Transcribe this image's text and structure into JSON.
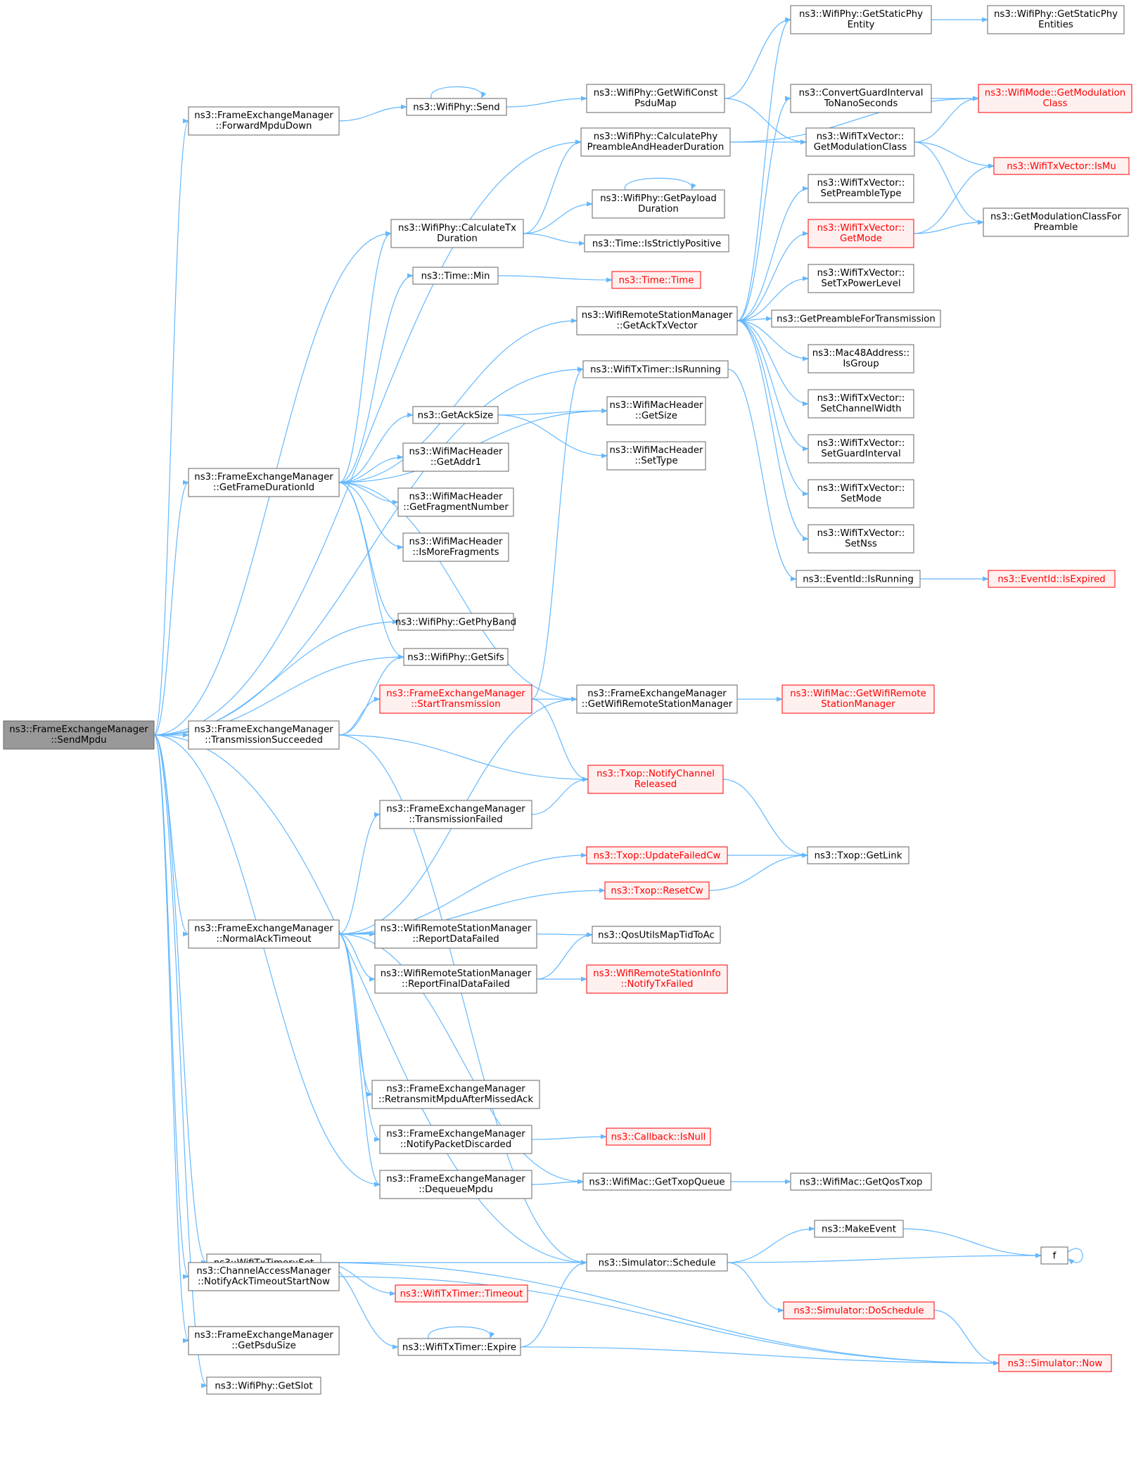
{
  "colors": {
    "edge": "#63b8ff",
    "box_border": "#666666",
    "box_fill": "#ffffff",
    "red_border": "#ff0000",
    "red_fill": "#fff0f0",
    "root_fill": "#999999"
  },
  "nodes": [
    {
      "id": "n0",
      "lines": [
        "ns3::FrameExchangeManager",
        "::SendMpdu"
      ],
      "kind": "root"
    },
    {
      "id": "n1",
      "lines": [
        "ns3::FrameExchangeManager",
        "::ForwardMpduDown"
      ],
      "kind": "normal"
    },
    {
      "id": "n2",
      "lines": [
        "ns3::WifiPhy::Send"
      ],
      "kind": "normal"
    },
    {
      "id": "n3",
      "lines": [
        "ns3::WifiPhy::GetWifiConst",
        "PsduMap"
      ],
      "kind": "normal"
    },
    {
      "id": "n4",
      "lines": [
        "ns3::WifiPhy::GetStaticPhy",
        "Entity"
      ],
      "kind": "normal"
    },
    {
      "id": "n5",
      "lines": [
        "ns3::WifiPhy::GetStaticPhy",
        "Entities"
      ],
      "kind": "normal"
    },
    {
      "id": "n6",
      "lines": [
        "ns3::WifiMode::GetModulation",
        "Class"
      ],
      "kind": "red"
    },
    {
      "id": "n7",
      "lines": [
        "ns3::ConvertGuardInterval",
        "ToNanoSeconds"
      ],
      "kind": "normal"
    },
    {
      "id": "n8",
      "lines": [
        "ns3::WifiPhy::CalculatePhy",
        "PreambleAndHeaderDuration"
      ],
      "kind": "normal"
    },
    {
      "id": "n9",
      "lines": [
        "ns3::WifiTxVector::",
        "GetModulationClass"
      ],
      "kind": "normal"
    },
    {
      "id": "n10",
      "lines": [
        "ns3::WifiTxVector::IsMu"
      ],
      "kind": "red"
    },
    {
      "id": "n11",
      "lines": [
        "ns3::WifiPhy::GetPayload",
        "Duration"
      ],
      "kind": "normal"
    },
    {
      "id": "n12",
      "lines": [
        "ns3::WifiTxVector::",
        "SetPreambleType"
      ],
      "kind": "normal"
    },
    {
      "id": "n13",
      "lines": [
        "ns3::WifiPhy::CalculateTx",
        "Duration"
      ],
      "kind": "normal"
    },
    {
      "id": "n14",
      "lines": [
        "ns3::Time::IsStrictlyPositive"
      ],
      "kind": "normal"
    },
    {
      "id": "n15",
      "lines": [
        "ns3::WifiTxVector::",
        "GetMode"
      ],
      "kind": "red"
    },
    {
      "id": "n16",
      "lines": [
        "ns3::GetModulationClassFor",
        "Preamble"
      ],
      "kind": "normal"
    },
    {
      "id": "n17",
      "lines": [
        "ns3::Time::Min"
      ],
      "kind": "normal"
    },
    {
      "id": "n18",
      "lines": [
        "ns3::Time::Time"
      ],
      "kind": "red"
    },
    {
      "id": "n19",
      "lines": [
        "ns3::WifiTxVector::",
        "SetTxPowerLevel"
      ],
      "kind": "normal"
    },
    {
      "id": "n20",
      "lines": [
        "ns3::WifiRemoteStationManager",
        "::GetAckTxVector"
      ],
      "kind": "normal"
    },
    {
      "id": "n21",
      "lines": [
        "ns3::GetPreambleForTransmission"
      ],
      "kind": "normal"
    },
    {
      "id": "n22",
      "lines": [
        "ns3::Mac48Address::",
        "IsGroup"
      ],
      "kind": "normal"
    },
    {
      "id": "n23",
      "lines": [
        "ns3::WifiTxTimer::IsRunning"
      ],
      "kind": "normal"
    },
    {
      "id": "n24",
      "lines": [
        "ns3::GetAckSize"
      ],
      "kind": "normal"
    },
    {
      "id": "n25",
      "lines": [
        "ns3::WifiMacHeader",
        "::GetSize"
      ],
      "kind": "normal"
    },
    {
      "id": "n26",
      "lines": [
        "ns3::WifiTxVector::",
        "SetChannelWidth"
      ],
      "kind": "normal"
    },
    {
      "id": "n27",
      "lines": [
        "ns3::WifiMacHeader",
        "::GetAddr1"
      ],
      "kind": "normal"
    },
    {
      "id": "n28",
      "lines": [
        "ns3::WifiMacHeader",
        "::SetType"
      ],
      "kind": "normal"
    },
    {
      "id": "n29",
      "lines": [
        "ns3::WifiTxVector::",
        "SetGuardInterval"
      ],
      "kind": "normal"
    },
    {
      "id": "n30",
      "lines": [
        "ns3::FrameExchangeManager",
        "::GetFrameDurationId"
      ],
      "kind": "normal"
    },
    {
      "id": "n31",
      "lines": [
        "ns3::WifiMacHeader",
        "::GetFragmentNumber"
      ],
      "kind": "normal"
    },
    {
      "id": "n32",
      "lines": [
        "ns3::WifiTxVector::",
        "SetMode"
      ],
      "kind": "normal"
    },
    {
      "id": "n33",
      "lines": [
        "ns3::WifiMacHeader",
        "::IsMoreFragments"
      ],
      "kind": "normal"
    },
    {
      "id": "n34",
      "lines": [
        "ns3::WifiTxVector::",
        "SetNss"
      ],
      "kind": "normal"
    },
    {
      "id": "n35",
      "lines": [
        "ns3::EventId::IsRunning"
      ],
      "kind": "normal"
    },
    {
      "id": "n36",
      "lines": [
        "ns3::EventId::IsExpired"
      ],
      "kind": "red"
    },
    {
      "id": "n37",
      "lines": [
        "ns3::WifiPhy::GetPhyBand"
      ],
      "kind": "normal"
    },
    {
      "id": "n38",
      "lines": [
        "ns3::WifiPhy::GetSifs"
      ],
      "kind": "normal"
    },
    {
      "id": "n39",
      "lines": [
        "ns3::FrameExchangeManager",
        "::StartTransmission"
      ],
      "kind": "red"
    },
    {
      "id": "n40",
      "lines": [
        "ns3::FrameExchangeManager",
        "::GetWifiRemoteStationManager"
      ],
      "kind": "normal"
    },
    {
      "id": "n41",
      "lines": [
        "ns3::WifiMac::GetWifiRemote",
        "StationManager"
      ],
      "kind": "red"
    },
    {
      "id": "n42",
      "lines": [
        "ns3::FrameExchangeManager",
        "::TransmissionSucceeded"
      ],
      "kind": "normal"
    },
    {
      "id": "n43",
      "lines": [
        "ns3::Txop::NotifyChannel",
        "Released"
      ],
      "kind": "red"
    },
    {
      "id": "n44",
      "lines": [
        "ns3::FrameExchangeManager",
        "::TransmissionFailed"
      ],
      "kind": "normal"
    },
    {
      "id": "n45",
      "lines": [
        "ns3::Txop::UpdateFailedCw"
      ],
      "kind": "red"
    },
    {
      "id": "n46",
      "lines": [
        "ns3::Txop::GetLink"
      ],
      "kind": "normal"
    },
    {
      "id": "n47",
      "lines": [
        "ns3::Txop::ResetCw"
      ],
      "kind": "red"
    },
    {
      "id": "n48",
      "lines": [
        "ns3::FrameExchangeManager",
        "::NormalAckTimeout"
      ],
      "kind": "normal"
    },
    {
      "id": "n49",
      "lines": [
        "ns3::WifiRemoteStationManager",
        "::ReportDataFailed"
      ],
      "kind": "normal"
    },
    {
      "id": "n50",
      "lines": [
        "ns3::QosUtilsMapTidToAc"
      ],
      "kind": "normal"
    },
    {
      "id": "n51",
      "lines": [
        "ns3::WifiRemoteStationManager",
        "::ReportFinalDataFailed"
      ],
      "kind": "normal"
    },
    {
      "id": "n52",
      "lines": [
        "ns3::WifiRemoteStationInfo",
        "::NotifyTxFailed"
      ],
      "kind": "red"
    },
    {
      "id": "n53",
      "lines": [
        "ns3::FrameExchangeManager",
        "::RetransmitMpduAfterMissedAck"
      ],
      "kind": "normal"
    },
    {
      "id": "n54",
      "lines": [
        "ns3::FrameExchangeManager",
        "::NotifyPacketDiscarded"
      ],
      "kind": "normal"
    },
    {
      "id": "n55",
      "lines": [
        "ns3::Callback::IsNull"
      ],
      "kind": "red"
    },
    {
      "id": "n56",
      "lines": [
        "ns3::FrameExchangeManager",
        "::DequeueMpdu"
      ],
      "kind": "normal"
    },
    {
      "id": "n57",
      "lines": [
        "ns3::WifiMac::GetTxopQueue"
      ],
      "kind": "normal"
    },
    {
      "id": "n58",
      "lines": [
        "ns3::WifiMac::GetQosTxop"
      ],
      "kind": "normal"
    },
    {
      "id": "n59",
      "lines": [
        "ns3::MakeEvent"
      ],
      "kind": "normal"
    },
    {
      "id": "n60",
      "lines": [
        "f"
      ],
      "kind": "normal"
    },
    {
      "id": "n61",
      "lines": [
        "ns3::WifiTxTimer::Set"
      ],
      "kind": "normal"
    },
    {
      "id": "n62",
      "lines": [
        "ns3::Simulator::Schedule"
      ],
      "kind": "normal"
    },
    {
      "id": "n63",
      "lines": [
        "ns3::WifiTxTimer::Timeout"
      ],
      "kind": "red"
    },
    {
      "id": "n64",
      "lines": [
        "ns3::ChannelAccessManager",
        "::NotifyAckTimeoutStartNow"
      ],
      "kind": "normal"
    },
    {
      "id": "n65",
      "lines": [
        "ns3::Simulator::DoSchedule"
      ],
      "kind": "red"
    },
    {
      "id": "n66",
      "lines": [
        "ns3::WifiTxTimer::Expire"
      ],
      "kind": "normal"
    },
    {
      "id": "n67",
      "lines": [
        "ns3::FrameExchangeManager",
        "::GetPsduSize"
      ],
      "kind": "normal"
    },
    {
      "id": "n68",
      "lines": [
        "ns3::Simulator::Now"
      ],
      "kind": "red"
    },
    {
      "id": "n69",
      "lines": [
        "ns3::WifiPhy::GetSlot"
      ],
      "kind": "normal"
    }
  ],
  "edges": [
    [
      "n0",
      "n1"
    ],
    [
      "n0",
      "n8"
    ],
    [
      "n0",
      "n13"
    ],
    [
      "n0",
      "n23"
    ],
    [
      "n0",
      "n30"
    ],
    [
      "n0",
      "n37"
    ],
    [
      "n0",
      "n38"
    ],
    [
      "n0",
      "n42"
    ],
    [
      "n0",
      "n48"
    ],
    [
      "n0",
      "n56"
    ],
    [
      "n0",
      "n62"
    ],
    [
      "n0",
      "n61"
    ],
    [
      "n0",
      "n64"
    ],
    [
      "n0",
      "n67"
    ],
    [
      "n0",
      "n69"
    ],
    [
      "n1",
      "n2"
    ],
    [
      "n2",
      "n2"
    ],
    [
      "n2",
      "n3"
    ],
    [
      "n3",
      "n4"
    ],
    [
      "n3",
      "n9"
    ],
    [
      "n4",
      "n5"
    ],
    [
      "n8",
      "n9"
    ],
    [
      "n8",
      "n6"
    ],
    [
      "n9",
      "n6"
    ],
    [
      "n9",
      "n10"
    ],
    [
      "n9",
      "n16"
    ],
    [
      "n7",
      "n6"
    ],
    [
      "n13",
      "n8"
    ],
    [
      "n13",
      "n11"
    ],
    [
      "n13",
      "n14"
    ],
    [
      "n11",
      "n11"
    ],
    [
      "n15",
      "n10"
    ],
    [
      "n15",
      "n16"
    ],
    [
      "n17",
      "n18"
    ],
    [
      "n20",
      "n4"
    ],
    [
      "n20",
      "n7"
    ],
    [
      "n20",
      "n12"
    ],
    [
      "n20",
      "n15"
    ],
    [
      "n20",
      "n19"
    ],
    [
      "n20",
      "n21"
    ],
    [
      "n20",
      "n22"
    ],
    [
      "n20",
      "n26"
    ],
    [
      "n20",
      "n29"
    ],
    [
      "n20",
      "n32"
    ],
    [
      "n20",
      "n34"
    ],
    [
      "n23",
      "n35"
    ],
    [
      "n35",
      "n36"
    ],
    [
      "n24",
      "n25"
    ],
    [
      "n24",
      "n28"
    ],
    [
      "n30",
      "n13"
    ],
    [
      "n30",
      "n17"
    ],
    [
      "n30",
      "n20"
    ],
    [
      "n30",
      "n25"
    ],
    [
      "n30",
      "n24"
    ],
    [
      "n30",
      "n27"
    ],
    [
      "n30",
      "n31"
    ],
    [
      "n30",
      "n33"
    ],
    [
      "n30",
      "n37"
    ],
    [
      "n30",
      "n38"
    ],
    [
      "n30",
      "n40"
    ],
    [
      "n42",
      "n38"
    ],
    [
      "n42",
      "n39"
    ],
    [
      "n42",
      "n43"
    ],
    [
      "n42",
      "n62"
    ],
    [
      "n39",
      "n23"
    ],
    [
      "n39",
      "n40"
    ],
    [
      "n39",
      "n43"
    ],
    [
      "n40",
      "n41"
    ],
    [
      "n43",
      "n46"
    ],
    [
      "n44",
      "n43"
    ],
    [
      "n45",
      "n46"
    ],
    [
      "n47",
      "n46"
    ],
    [
      "n48",
      "n40"
    ],
    [
      "n48",
      "n44"
    ],
    [
      "n48",
      "n45"
    ],
    [
      "n48",
      "n47"
    ],
    [
      "n48",
      "n49"
    ],
    [
      "n48",
      "n51"
    ],
    [
      "n48",
      "n53"
    ],
    [
      "n48",
      "n54"
    ],
    [
      "n48",
      "n56"
    ],
    [
      "n48",
      "n57"
    ],
    [
      "n49",
      "n50"
    ],
    [
      "n51",
      "n50"
    ],
    [
      "n51",
      "n52"
    ],
    [
      "n54",
      "n55"
    ],
    [
      "n56",
      "n57"
    ],
    [
      "n57",
      "n58"
    ],
    [
      "n59",
      "n60"
    ],
    [
      "n60",
      "n60"
    ],
    [
      "n61",
      "n62"
    ],
    [
      "n61",
      "n63"
    ],
    [
      "n61",
      "n66"
    ],
    [
      "n61",
      "n68"
    ],
    [
      "n62",
      "n59"
    ],
    [
      "n62",
      "n60"
    ],
    [
      "n62",
      "n65"
    ],
    [
      "n65",
      "n68"
    ],
    [
      "n66",
      "n66"
    ],
    [
      "n66",
      "n62"
    ],
    [
      "n66",
      "n68"
    ],
    [
      "n64",
      "n68"
    ]
  ]
}
